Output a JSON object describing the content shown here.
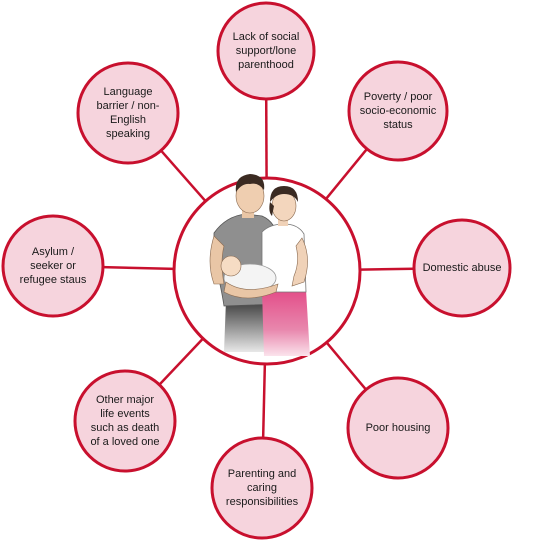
{
  "colors": {
    "ring": "#c8102e",
    "fill": "#f6d4dd",
    "center_fill": "#ffffff",
    "text": "#1a1a1a"
  },
  "center": {
    "icon": "family-with-baby-illustration"
  },
  "nodes": [
    {
      "id": "social-support",
      "label": "Lack of social support/lone parenthood"
    },
    {
      "id": "poverty",
      "label": "Poverty / poor socio-economic status"
    },
    {
      "id": "domestic-abuse",
      "label": "Domestic abuse"
    },
    {
      "id": "poor-housing",
      "label": "Poor housing"
    },
    {
      "id": "parenting",
      "label": "Parenting and caring responsibilities"
    },
    {
      "id": "life-events",
      "label": "Other major life events such as death of a loved one"
    },
    {
      "id": "asylum",
      "label": "Asylum / seeker or refugee staus"
    },
    {
      "id": "language",
      "label": "Language barrier / non-English speaking"
    }
  ]
}
